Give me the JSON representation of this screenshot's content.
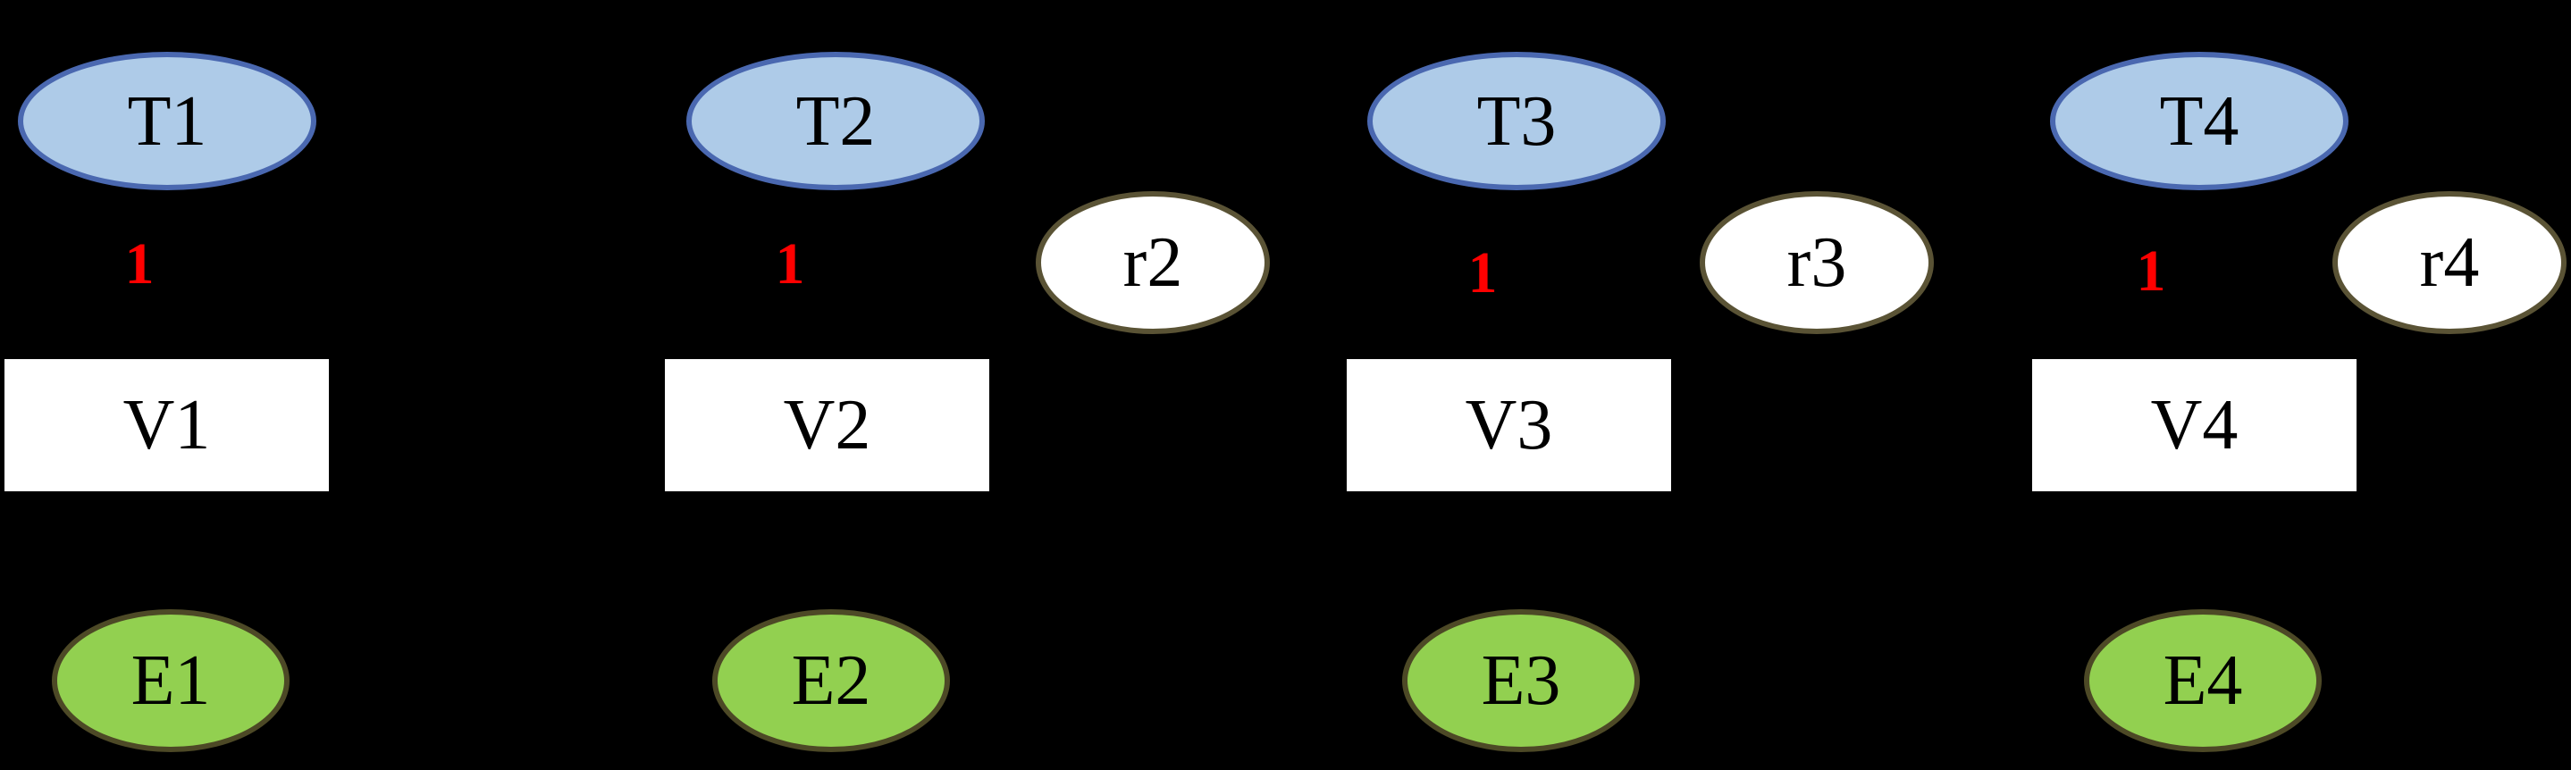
{
  "colors": {
    "background": "#000000",
    "topic-fill": "#AECBE8",
    "topic-stroke": "#4A68B0",
    "entity-fill": "#92D050",
    "entity-stroke": "#4D4926",
    "relation-fill": "#FFFFFF",
    "relation-stroke": "#5A5335",
    "value-fill": "#FFFFFF",
    "label-color": "#000000",
    "weight-color": "#FF0000"
  },
  "nodes": {
    "topics": [
      {
        "label": "T1"
      },
      {
        "label": "T2"
      },
      {
        "label": "T3"
      },
      {
        "label": "T4"
      }
    ],
    "weights": [
      {
        "label": "1"
      },
      {
        "label": "1"
      },
      {
        "label": "1"
      },
      {
        "label": "1"
      }
    ],
    "values": [
      {
        "label": "V1"
      },
      {
        "label": "V2"
      },
      {
        "label": "V3"
      },
      {
        "label": "V4"
      }
    ],
    "relations": [
      {
        "label": "r2"
      },
      {
        "label": "r3"
      },
      {
        "label": "r4"
      }
    ],
    "entities": [
      {
        "label": "E1"
      },
      {
        "label": "E2"
      },
      {
        "label": "E3"
      },
      {
        "label": "E4"
      }
    ]
  }
}
